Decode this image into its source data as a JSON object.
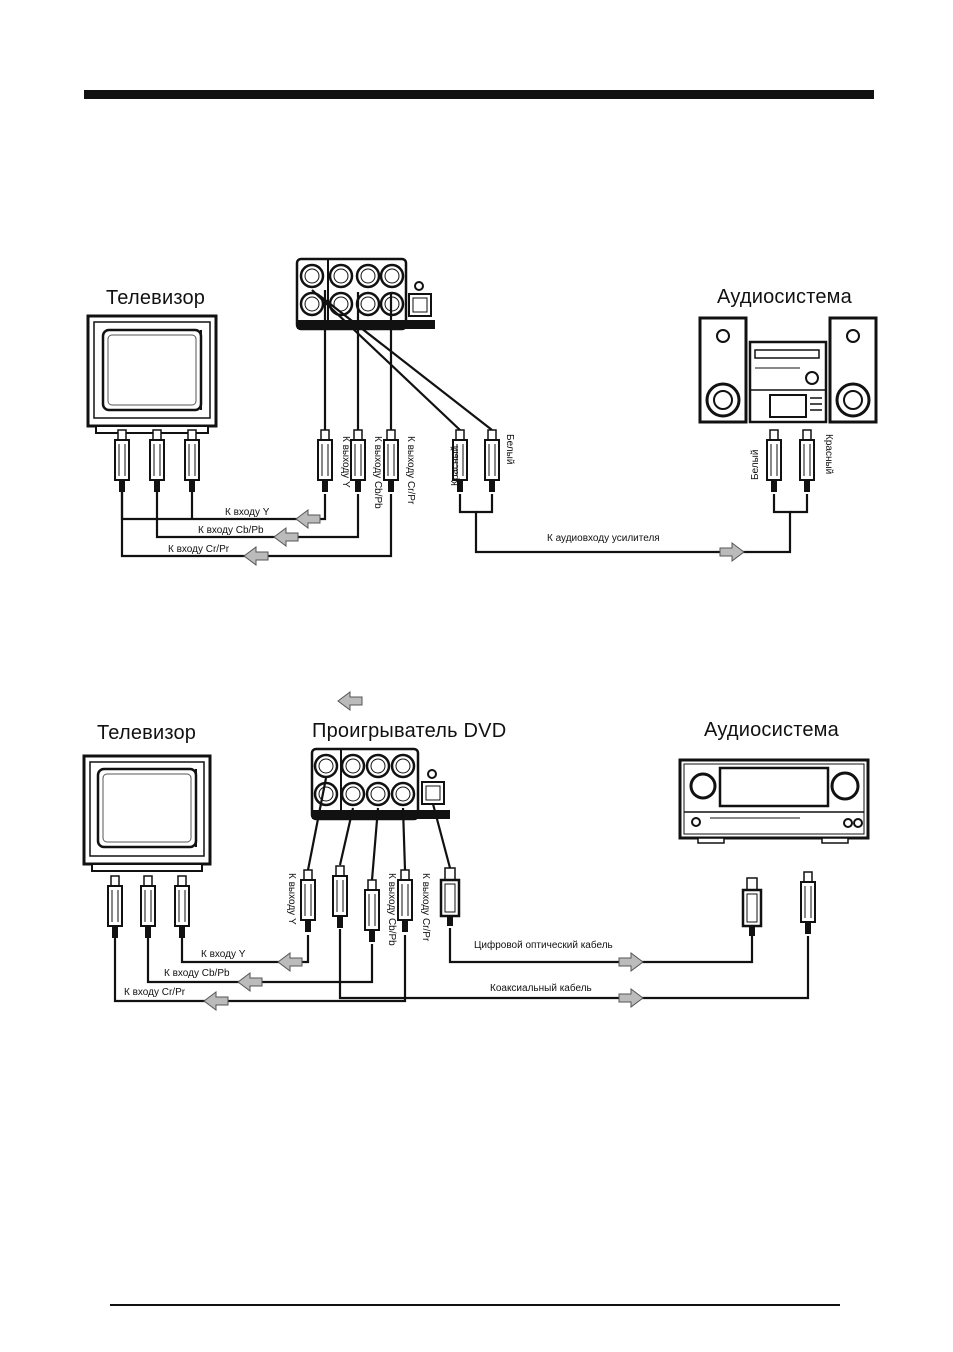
{
  "diagram1": {
    "tv_label": "Телевизор",
    "audio_label": "Аудиосистема",
    "to_y_out": "К выходу Y",
    "to_cb_out": "К выходу Cb/Pb",
    "to_cr_out": "К выходу Cr/Pr",
    "red": "Красный",
    "white": "Белый",
    "white2": "Белый",
    "red2": "Красный",
    "to_y_in": "К входу Y",
    "to_cb_in": "К входу Cb/Pb",
    "to_cr_in": "К входу Cr/Pr",
    "to_amp_in": "К аудиовходу усилителя"
  },
  "diagram2": {
    "tv_label": "Телевизор",
    "dvd_label": "Проигрыватель DVD",
    "audio_label": "Аудиосистема",
    "to_y_out": "К выходу Y",
    "to_cb_out": "К выходу Cb/Pb",
    "to_cr_out": "К выходу Cr/Pr",
    "to_y_in": "К входу Y",
    "to_cb_in": "К входу Cb/Pb",
    "to_cr_in": "К входу Cr/Pr",
    "optical": "Цифровой оптический кабель",
    "coaxial": "Коаксиальный кабель"
  }
}
